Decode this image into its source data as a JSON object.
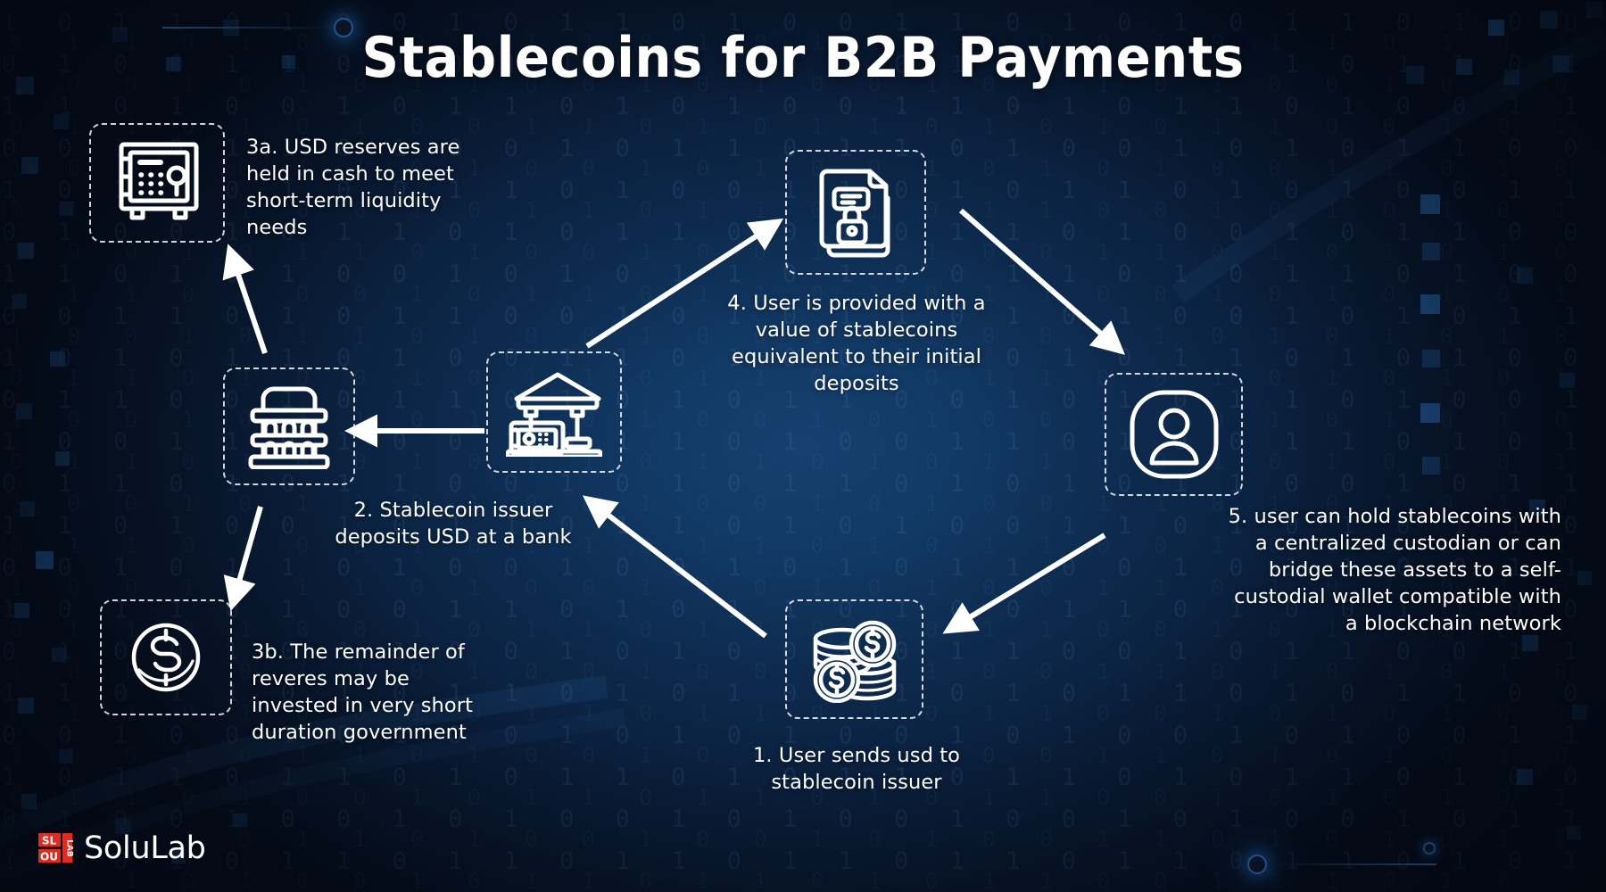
{
  "page": {
    "title": "Stablecoins for B2B Payments",
    "background_color": "#0a1e3a",
    "accent_color": "#2f7fd0",
    "logo_mark_color": "#e02b20",
    "text_color": "#ffffff"
  },
  "diagram": {
    "nodes": [
      {
        "id": "safe",
        "icon": "safe-vault-icon",
        "caption": "3a. USD reserves are held in cash to meet short-term liquidity needs"
      },
      {
        "id": "bank",
        "icon": "bank-building-icon",
        "caption": "2. Stablecoin issuer deposits USD at a bank"
      },
      {
        "id": "dollar",
        "icon": "dollar-coin-icon",
        "caption": "3b. The remainder of reveres may be invested in very short duration government"
      },
      {
        "id": "issuer",
        "icon": "bank-with-safe-icon",
        "caption": ""
      },
      {
        "id": "ledger",
        "icon": "secure-ledger-lock-icon",
        "caption": "4. User is provided with a value of stablecoins equivalent to their initial deposits"
      },
      {
        "id": "user",
        "icon": "user-avatar-icon",
        "caption": "5. user can hold stablecoins with a centralized custodian or can bridge these assets to a self-custodial wallet compatible with a blockchain network"
      },
      {
        "id": "coins",
        "icon": "coin-stack-icon",
        "caption": "1. User sends usd to stablecoin issuer"
      }
    ],
    "captions": {
      "step_3a": "3a. USD reserves are held in cash to meet short-term liquidity needs",
      "step_2": "2. Stablecoin issuer deposits USD at a bank",
      "step_3b": "3b. The remainder of reveres may be invested in very short duration government",
      "step_4": "4. User is provided with a value of stablecoins equivalent to their initial deposits",
      "step_5": "5. user can hold stablecoins with a centralized custodian or can bridge these assets to a self-custodial wallet compatible with a blockchain network",
      "step_1": "1. User sends usd to stablecoin issuer"
    }
  },
  "footer": {
    "brand_name": "SoluLab",
    "brand_mark_top": "SL",
    "brand_mark_bottom": "OU",
    "brand_mark_side": "LAB"
  }
}
